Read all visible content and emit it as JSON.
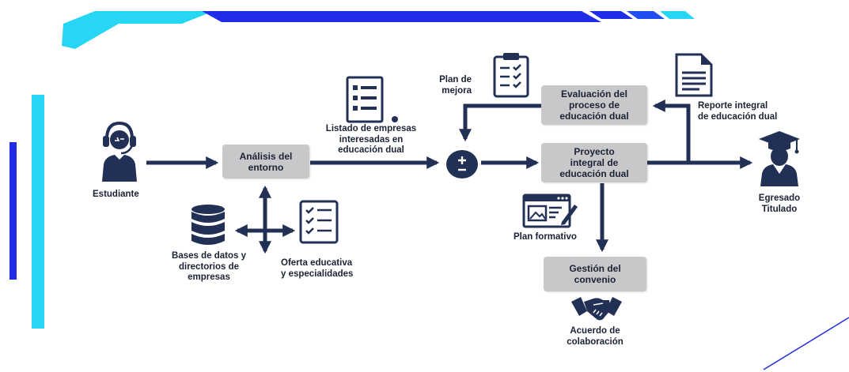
{
  "colors": {
    "navy": "#233055",
    "box": "#c8c8cb",
    "blue": "#1f2ee6",
    "cyan": "#27d6f2"
  },
  "nodes": {
    "analisis": "Análisis del\nentorno",
    "evaluacion": "Evaluación del\nproceso de\neducación dual",
    "proyecto": "Proyecto\nintegral de\neducación dual",
    "gestion": "Gestión del\nconvenio"
  },
  "labels": {
    "estudiante": "Estudiante",
    "bases": "Bases de datos y\ndirectorios de\nempresas",
    "oferta": "Oferta educativa\ny especialidades",
    "listado": "Listado de empresas\ninteresadas en\neducación dual",
    "plan_mejora": "Plan de\nmejora",
    "reporte": "Reporte integral\nde educación dual",
    "plan_formativo": "Plan formativo",
    "acuerdo": "Acuerdo de\ncolaboración",
    "egresado": "Egresado\nTitulado"
  },
  "icons": {
    "student": "student-headset-icon",
    "database": "database-icon",
    "checklist": "checklist-icon",
    "list": "list-document-icon",
    "clipboard": "clipboard-icon",
    "report": "report-document-icon",
    "plus_minus": "plus-minus-icon",
    "plan": "training-plan-icon",
    "handshake": "handshake-icon",
    "graduate": "graduate-icon"
  }
}
